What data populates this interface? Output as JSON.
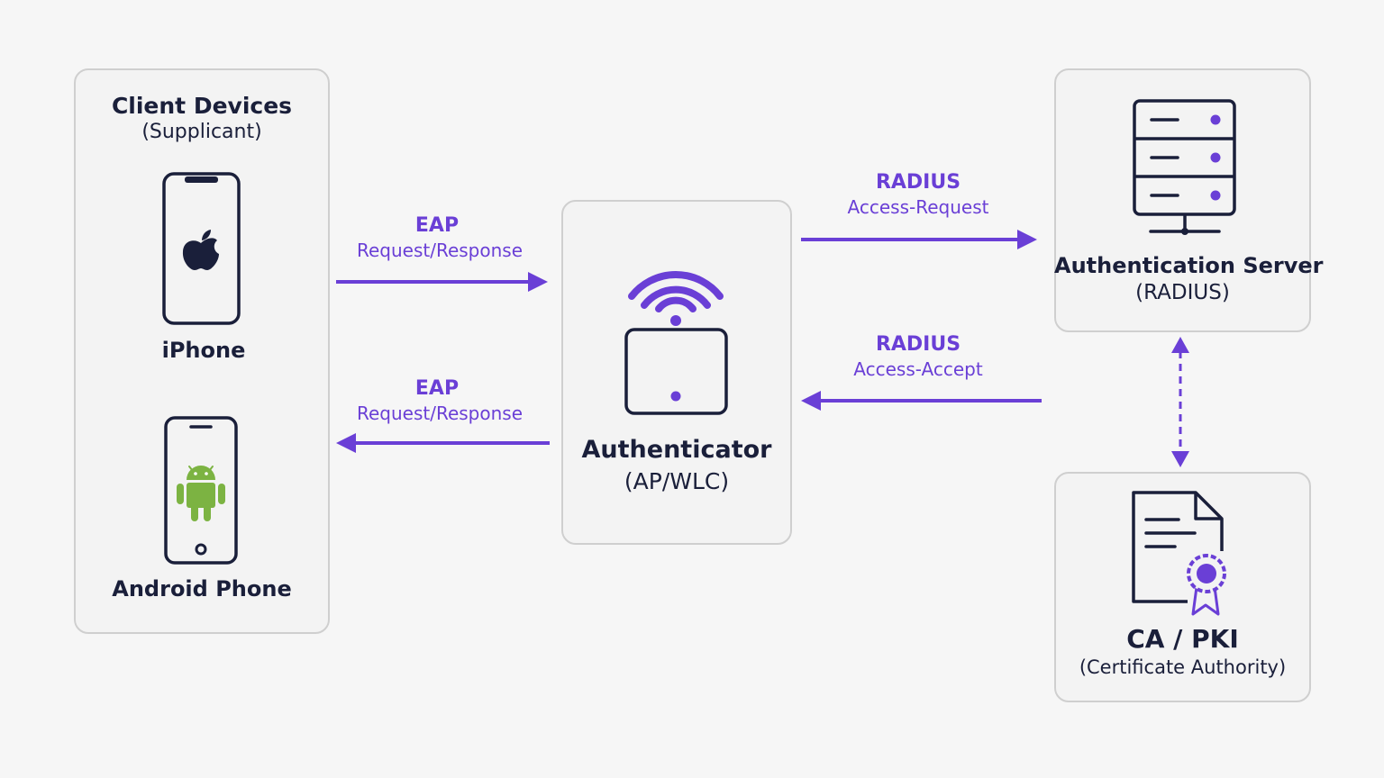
{
  "client": {
    "title": "Client Devices",
    "subtitle": "(Supplicant)",
    "devices": [
      {
        "label": "iPhone",
        "icon": "apple-iphone-icon"
      },
      {
        "label": "Android Phone",
        "icon": "android-phone-icon"
      }
    ]
  },
  "authenticator": {
    "title": "Authenticator",
    "subtitle": "(AP/WLC)",
    "icon": "wireless-access-point-icon"
  },
  "server": {
    "title": "Authentication Server",
    "subtitle": "(RADIUS)",
    "icon": "server-rack-icon"
  },
  "ca": {
    "title": "CA / PKI",
    "subtitle": "(Certificate Authority)",
    "icon": "certificate-document-icon"
  },
  "flows": {
    "eap_forward": {
      "protocol": "EAP",
      "message": "Request/Response"
    },
    "eap_return": {
      "protocol": "EAP",
      "message": "Request/Response"
    },
    "radius_request": {
      "protocol": "RADIUS",
      "message": "Access-Request"
    },
    "radius_accept": {
      "protocol": "RADIUS",
      "message": "Access-Accept"
    }
  },
  "colors": {
    "accent": "#6a3fd6",
    "ink": "#1a1f3a",
    "android_green": "#7cb342",
    "box_border": "#cfcfcf",
    "background": "#f6f6f6"
  }
}
